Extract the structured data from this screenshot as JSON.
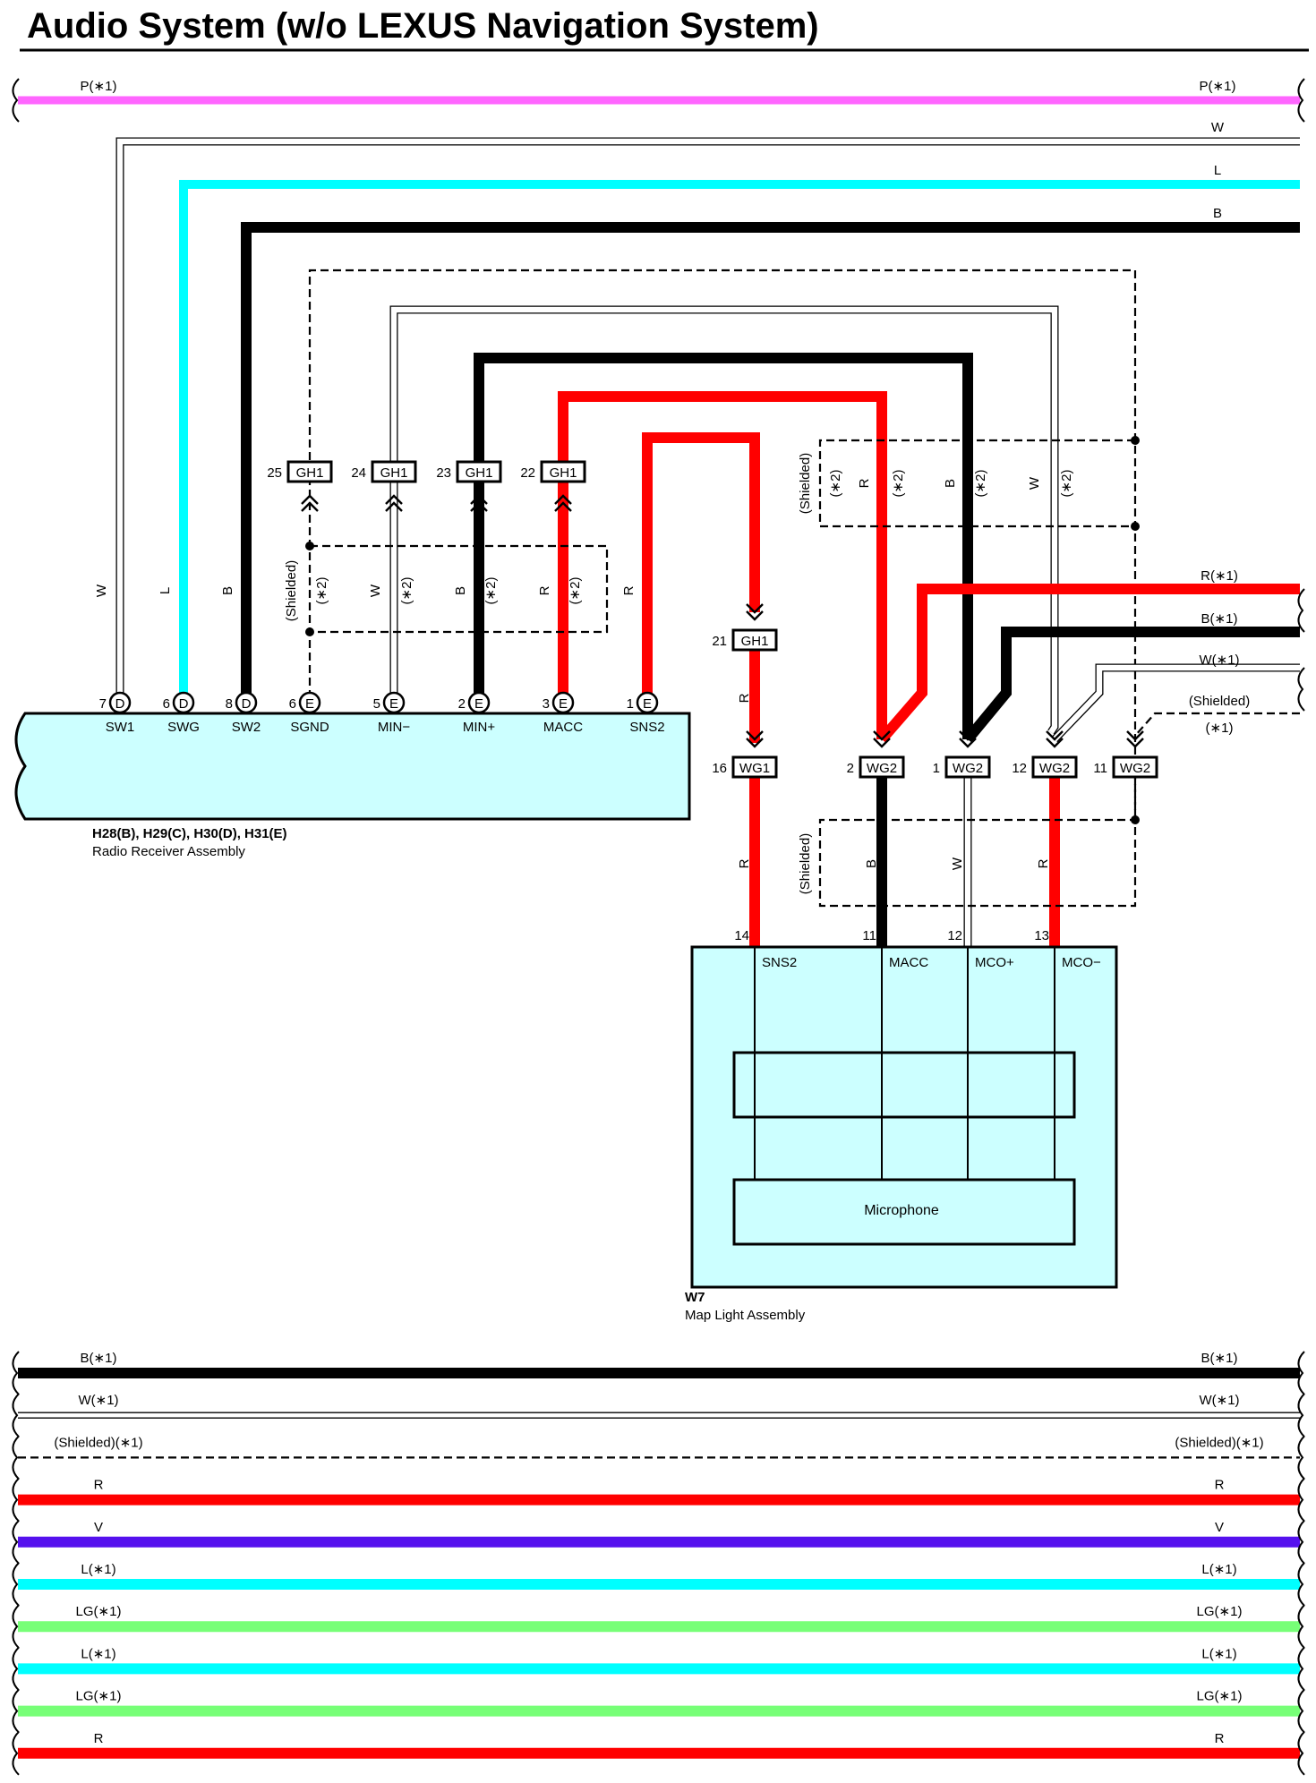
{
  "title": "Audio System (w/o LEXUS Navigation System)",
  "colors": {
    "P": "#ff66ff",
    "W": "#ffffff",
    "L": "#00ffff",
    "B": "#000000",
    "R": "#ff0000",
    "V": "#5511ee",
    "LG": "#77ff77",
    "box_fill": "#ccffff"
  },
  "top_wires": [
    {
      "label_left": "P(∗1)",
      "label_right": "P(∗1)",
      "color": "P"
    },
    {
      "label_left": "",
      "label_right": "W",
      "color": "W"
    },
    {
      "label_left": "",
      "label_right": "L",
      "color": "L"
    },
    {
      "label_left": "",
      "label_right": "B",
      "color": "B"
    }
  ],
  "radio_receiver": {
    "connectors": "H28(B), H29(C), H30(D), H31(E)",
    "name": "Radio Receiver Assembly",
    "pins": [
      {
        "no": "7",
        "conn": "D",
        "term": "SW1",
        "wire": "W"
      },
      {
        "no": "6",
        "conn": "D",
        "term": "SWG",
        "wire": "L"
      },
      {
        "no": "8",
        "conn": "D",
        "term": "SW2",
        "wire": "B"
      },
      {
        "no": "6",
        "conn": "E",
        "term": "SGND",
        "wire": "(Shielded)"
      },
      {
        "no": "5",
        "conn": "E",
        "term": "MIN−",
        "wire": "W"
      },
      {
        "no": "2",
        "conn": "E",
        "term": "MIN+",
        "wire": "B"
      },
      {
        "no": "3",
        "conn": "E",
        "term": "MACC",
        "wire": "R"
      },
      {
        "no": "1",
        "conn": "E",
        "term": "SNS2",
        "wire": "R"
      }
    ],
    "note": "(∗2)"
  },
  "gh1_connectors": [
    {
      "no": "25",
      "name": "GH1"
    },
    {
      "no": "24",
      "name": "GH1"
    },
    {
      "no": "23",
      "name": "GH1"
    },
    {
      "no": "22",
      "name": "GH1"
    },
    {
      "no": "21",
      "name": "GH1"
    }
  ],
  "shield_box_upper": {
    "label": "(Shielded)",
    "wires": [
      "R",
      "B",
      "W"
    ],
    "note": "(∗2)"
  },
  "right_wires": [
    {
      "label": "R(∗1)",
      "color": "R"
    },
    {
      "label": "B(∗1)",
      "color": "B"
    },
    {
      "label": "W(∗1)",
      "color": "W"
    },
    {
      "label": "(Shielded)",
      "note": "(∗1)"
    }
  ],
  "wg_connectors": [
    {
      "no": "16",
      "name": "WG1"
    },
    {
      "no": "2",
      "name": "WG2"
    },
    {
      "no": "1",
      "name": "WG2"
    },
    {
      "no": "12",
      "name": "WG2"
    },
    {
      "no": "11",
      "name": "WG2"
    }
  ],
  "lower_wires": {
    "first": "R",
    "shield": "(Shielded)",
    "list": [
      "B",
      "W",
      "R"
    ]
  },
  "map_light": {
    "connector": "W7",
    "name": "Map Light Assembly",
    "pins": [
      {
        "no": "14",
        "term": "SNS2"
      },
      {
        "no": "11",
        "term": "MACC"
      },
      {
        "no": "12",
        "term": "MCO+"
      },
      {
        "no": "13",
        "term": "MCO−"
      }
    ],
    "microphone": "Microphone"
  },
  "bottom_wires": [
    {
      "label_left": "B(∗1)",
      "label_right": "B(∗1)",
      "color": "B",
      "style": "solid"
    },
    {
      "label_left": "W(∗1)",
      "label_right": "W(∗1)",
      "color": "W",
      "style": "solid"
    },
    {
      "label_left": "(Shielded)(∗1)",
      "label_right": "(Shielded)(∗1)",
      "color": "B",
      "style": "dashed"
    },
    {
      "label_left": "R",
      "label_right": "R",
      "color": "R",
      "style": "solid"
    },
    {
      "label_left": "V",
      "label_right": "V",
      "color": "V",
      "style": "solid"
    },
    {
      "label_left": "L(∗1)",
      "label_right": "L(∗1)",
      "color": "L",
      "style": "solid"
    },
    {
      "label_left": "LG(∗1)",
      "label_right": "LG(∗1)",
      "color": "LG",
      "style": "solid"
    },
    {
      "label_left": "L(∗1)",
      "label_right": "L(∗1)",
      "color": "L",
      "style": "solid"
    },
    {
      "label_left": "LG(∗1)",
      "label_right": "LG(∗1)",
      "color": "LG",
      "style": "solid"
    },
    {
      "label_left": "R",
      "label_right": "R",
      "color": "R",
      "style": "solid"
    }
  ]
}
